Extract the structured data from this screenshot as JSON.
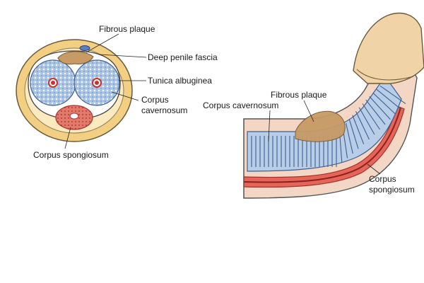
{
  "cross_section": {
    "labels": {
      "fibrous_plaque": "Fibrous plaque",
      "deep_penile_fascia": "Deep penile fascia",
      "tunica_albuginea": "Tunica albuginea",
      "corpus_cavernosum_line1": "Corpus",
      "corpus_cavernosum_line2": "cavernosum",
      "corpus_spongiosum": "Corpus spongiosum"
    }
  },
  "longitudinal_section": {
    "labels": {
      "fibrous_plaque": "Fibrous plaque",
      "corpus_cavernosum": "Corpus cavernosum",
      "corpus_spongiosum_line1": "Corpus",
      "corpus_spongiosum_line2": "spongiosum"
    }
  },
  "colors": {
    "skin_outer": "#f2cf82",
    "tunica_white": "#ffffff",
    "cavernosum_blue": "#9fbde0",
    "plaque_tan": "#c79a66",
    "spongiosum_red": "#d7433f",
    "flesh_pink": "#f0c8b8",
    "glans": "#f1d3a8"
  }
}
